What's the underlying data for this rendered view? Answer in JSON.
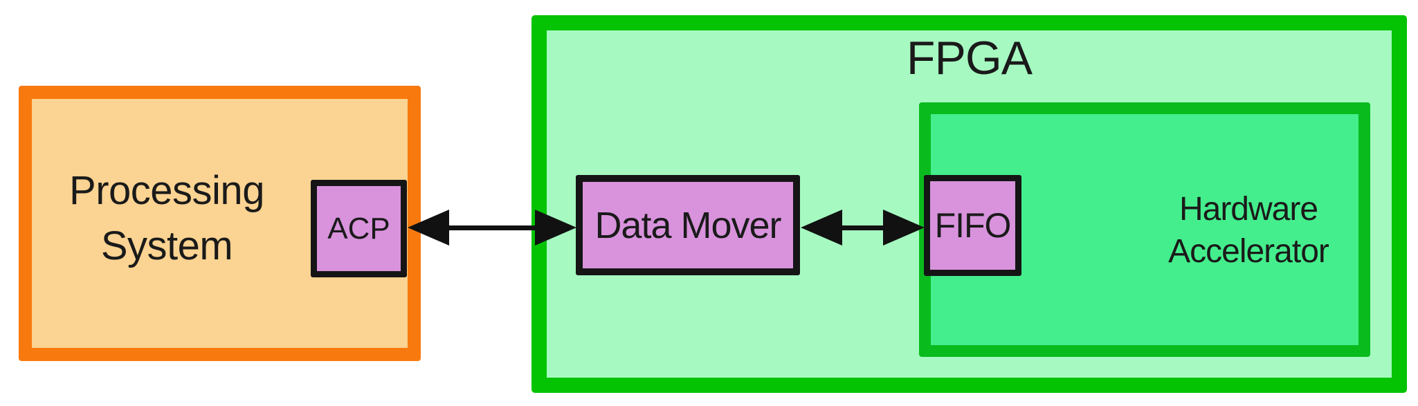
{
  "colors": {
    "bg": "#ffffff",
    "orange-border": "#F8790D",
    "ps-fill": "#FBD392",
    "fpga-border": "#03C303",
    "fpga-fill": "#A6FAC1",
    "ha-border": "#0ABB1E",
    "ha-fill": "#44EE8C",
    "purple-fill": "#D893DC",
    "block-border": "#151515",
    "arrow": "#111111",
    "text": "#1a1a1a"
  },
  "blocks": {
    "processing_system": {
      "label": "Processing\nSystem"
    },
    "acp": {
      "label": "ACP"
    },
    "fpga": {
      "label": "FPGA"
    },
    "data_mover": {
      "label": "Data Mover"
    },
    "hardware_accelerator": {
      "label": "Hardware\nAccelerator"
    },
    "fifo": {
      "label": "FIFO"
    }
  },
  "connections": [
    {
      "from": "ACP",
      "to": "Data Mover",
      "style": "bidirectional-arrow"
    },
    {
      "from": "Data Mover",
      "to": "FIFO",
      "style": "bidirectional-arrow"
    }
  ]
}
